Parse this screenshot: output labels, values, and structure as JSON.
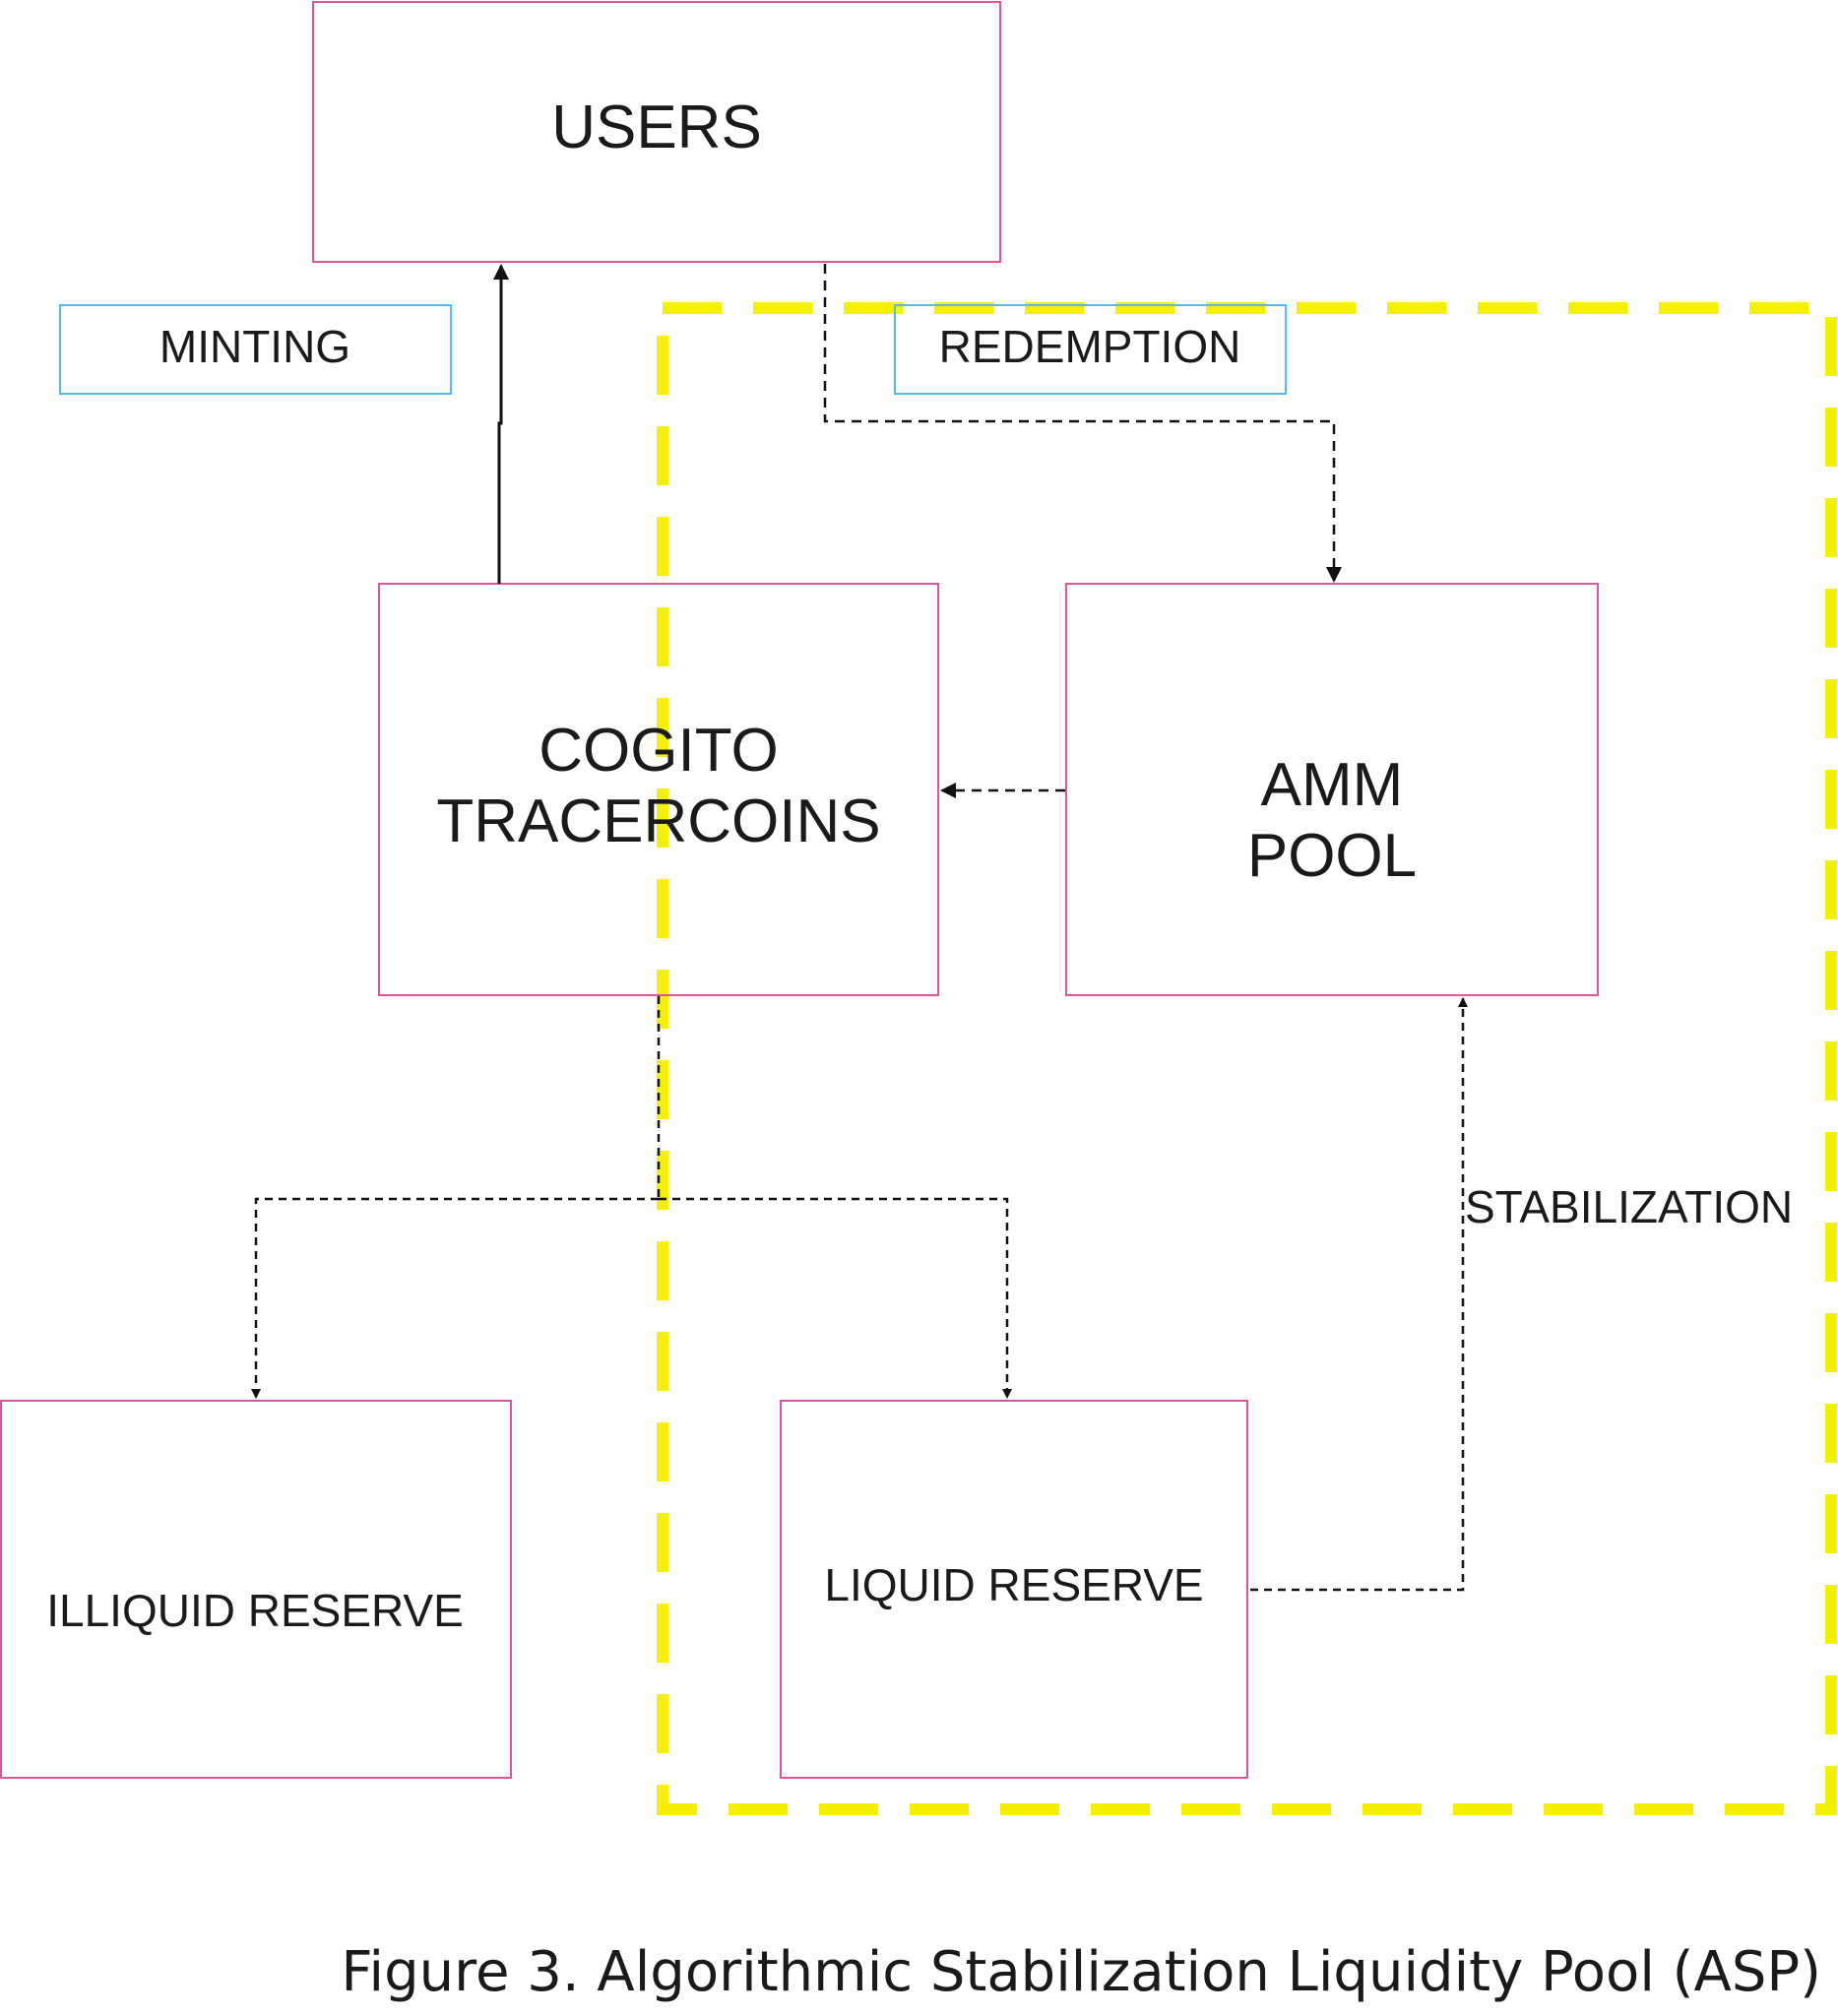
{
  "diagram": {
    "boxes": {
      "users": "USERS",
      "cogito_line1": "COGITO",
      "cogito_line2": "TRACERCOINS",
      "amm_line1": "AMM",
      "amm_line2": "POOL",
      "illiquid_reserve": "ILLIQUID RESERVE",
      "liquid_reserve": "LIQUID RESERVE"
    },
    "flow_labels": {
      "minting": "MINTING",
      "redemption": "REDEMPTION",
      "stabilization": "STABILIZATION"
    },
    "edges": [
      {
        "from": "COGITO TRACERCOINS",
        "to": "USERS",
        "style": "solid"
      },
      {
        "from": "USERS",
        "to": "AMM POOL",
        "style": "dashed"
      },
      {
        "from": "AMM POOL",
        "to": "COGITO TRACERCOINS",
        "style": "dashed"
      },
      {
        "from": "COGITO TRACERCOINS",
        "to": "ILLIQUID RESERVE",
        "style": "dashed"
      },
      {
        "from": "COGITO TRACERCOINS",
        "to": "LIQUID RESERVE",
        "style": "dashed"
      },
      {
        "from": "LIQUID RESERVE",
        "to": "AMM POOL",
        "style": "dashed"
      }
    ],
    "colors": {
      "box_border": "#e0559a",
      "label_border": "#55bbee",
      "region_border": "#f5f000",
      "line": "#111111"
    }
  },
  "caption": "Figure 3. Algorithmic Stabilization Liquidity Pool (ASP)"
}
